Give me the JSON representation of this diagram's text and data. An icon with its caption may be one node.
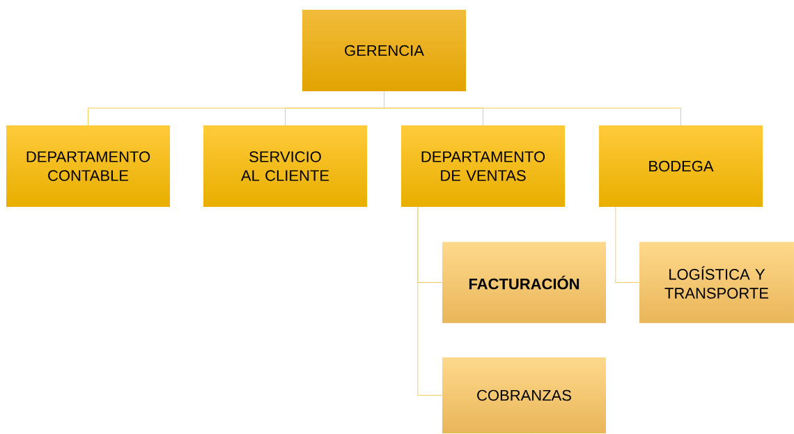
{
  "diagram": {
    "nodes": [
      {
        "text": [
          "GERENCIA"
        ]
      },
      {
        "text": [
          "DEPARTAMENTO CONTABLE"
        ]
      },
      {
        "text": [
          "SERVICIO AL CLIENTE"
        ]
      },
      {
        "text": [
          "DEPARTAMENTO DE VENTAS"
        ]
      },
      {
        "text": [
          "BODEGA"
        ]
      },
      {
        "text": [
          "FACTURACIÓN"
        ]
      },
      {
        "text": [
          "COBRANZAS"
        ]
      },
      {
        "text": [
          "LOGÍSTICA Y TRANSPORTE"
        ]
      }
    ],
    "edges": [
      {
        "from": 0,
        "to": 1,
        "arrow": "none"
      },
      {
        "from": 0,
        "to": 2,
        "arrow": "none"
      },
      {
        "from": 0,
        "to": 3,
        "arrow": "none"
      },
      {
        "from": 0,
        "to": 4,
        "arrow": "none"
      },
      {
        "from": 3,
        "to": 5,
        "arrow": "none"
      },
      {
        "from": 3,
        "to": 6,
        "arrow": "none"
      },
      {
        "from": 4,
        "to": 7,
        "arrow": "none"
      }
    ]
  }
}
